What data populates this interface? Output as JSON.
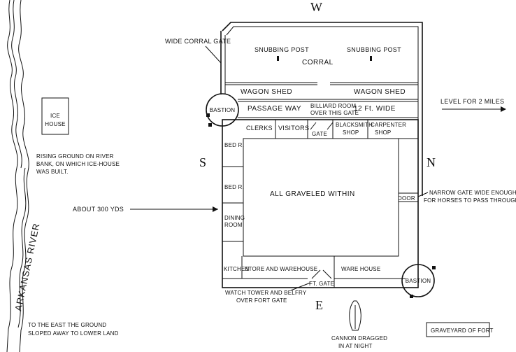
{
  "compass": {
    "west": "W",
    "east": "E",
    "south": "S",
    "north": "N"
  },
  "labels": {
    "wide_corral_gate": "WIDE CORRAL GATE",
    "snubbing_post_1": "SNUBBING POST",
    "snubbing_post_2": "SNUBBING POST",
    "corral": "CORRAL",
    "wagon_shed_1": "WAGON SHED",
    "wagon_shed_2": "WAGON SHED",
    "bastion_nw": "BASTION",
    "passage_way": "PASSAGE WAY",
    "billiard_room_1": "BILLIARD ROOM",
    "billiard_room_2": "OVER THIS GATE",
    "twelve_ft_wide": "12 Ft. WIDE",
    "clerks": "CLERKS",
    "visitors": "VISITORS",
    "gate": "GATE",
    "blacksmith_shop_1": "BLACKSMITH",
    "blacksmith_shop_2": "SHOP",
    "carpenter_shop_1": "CARPENTER",
    "carpenter_shop_2": "SHOP",
    "bed_r_1": "BED R.",
    "bed_r_2": "BED R.",
    "dining_room_1": "DINING",
    "dining_room_2": "ROOM",
    "all_graveled": "ALL GRAVELED WITHIN",
    "door": "DOOR",
    "narrow_gate_1": "NARROW GATE WIDE ENOUGH",
    "narrow_gate_2": "FOR HORSES TO PASS THROUGH",
    "kitchen": "KITCHEN",
    "store_warehouse": "STORE AND WAREHOUSE",
    "warehouse": "WARE HOUSE",
    "ft_gate": "FT. GATE",
    "bastion_se": "BASTION",
    "watch_tower_1": "WATCH TOWER AND BELFRY",
    "watch_tower_2": "OVER FORT GATE",
    "level_2_miles": "LEVEL FOR 2 MILES",
    "ice_house_1": "ICE",
    "ice_house_2": "HOUSE",
    "rising_ground_1": "RISING GROUND ON RIVER",
    "rising_ground_2": "BANK, ON WHICH ICE-HOUSE",
    "rising_ground_3": "WAS BUILT.",
    "about_300": "ABOUT 300 YDS",
    "river": "ARKANSAS RIVER",
    "east_ground_1": "TO THE EAST THE GROUND",
    "east_ground_2": "SLOPED AWAY TO LOWER LAND",
    "cannon_1": "CANNON DRAGGED",
    "cannon_2": "IN AT NIGHT",
    "graveyard": "GRAVEYARD OF FORT"
  }
}
